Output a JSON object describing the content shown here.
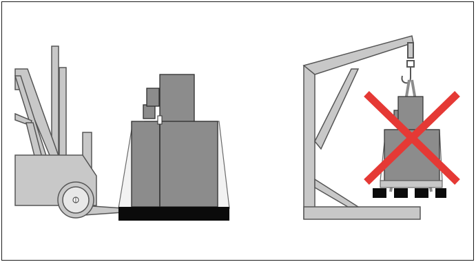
{
  "figure": {
    "panels": [
      {
        "id": "forklift",
        "status": "allowed",
        "icon": "forklift-lift-icon"
      },
      {
        "id": "crane",
        "status": "prohibited",
        "icon": "red-x-icon"
      }
    ]
  },
  "colors": {
    "machine_fill": "#c8c8c8",
    "machine_stroke": "#555555",
    "cabinet_fill": "#8c8c8c",
    "cabinet_stroke": "#2e2e2e",
    "pallet_fill": "#0b0b0b",
    "prohibition_red": "#e53935",
    "frame_border": "#1a1a1a"
  }
}
